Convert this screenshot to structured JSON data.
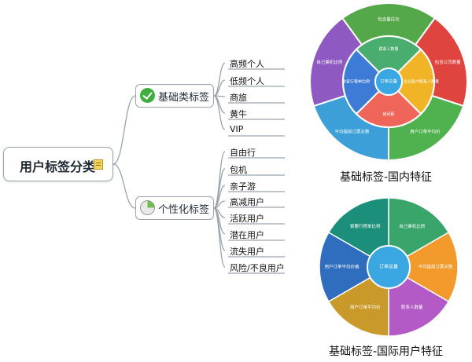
{
  "mindmap": {
    "root": "用户标签分类",
    "branches": [
      {
        "label": "基础类标签",
        "icon": "check-icon",
        "leaves": [
          "高频个人",
          "低频个人",
          "商旅",
          "黄牛",
          "VIP"
        ]
      },
      {
        "label": "个性化标签",
        "icon": "pie-progress-icon",
        "leaves": [
          "自由行",
          "包机",
          "亲子游",
          "高减用户",
          "活跃用户",
          "潜在用户",
          "流失用户",
          "风险/不良用户"
        ]
      }
    ],
    "line_color": "#9aa3ad"
  },
  "charts": {
    "domestic": {
      "caption": "基础标签-国内特征",
      "center": "订单总量",
      "inner": [
        "联系人数量",
        "企业客户联系人数量",
        "舱间距",
        "舍客行程单比例"
      ],
      "outer": [
        "包含量往社",
        "包含公司数量",
        "用户订单平均价",
        "平均提前订票天数",
        "自己乘机比例"
      ],
      "colors": {
        "outer": [
          "#55a84a",
          "#e0443e",
          "#4fb24f",
          "#3c9fd8",
          "#8e5ac2"
        ],
        "inner": [
          "#48ad6e",
          "#f2b427",
          "#f0655a",
          "#3d7cd6"
        ],
        "center": "#3aa7e3"
      }
    },
    "international": {
      "caption": "基础标签-国际用户特征",
      "center": "订单总量",
      "outer": [
        "自己乘机比例",
        "平均提前订票天数",
        "联系人数量",
        "用户订单平均价",
        "用户订单平均价格",
        "索要行程单比例"
      ],
      "colors": {
        "outer": [
          "#3aa56a",
          "#f29a2b",
          "#b35ac6",
          "#c99a2a",
          "#2f6ebf",
          "#1c8f7a"
        ],
        "center": "#3aa7e3"
      }
    }
  }
}
